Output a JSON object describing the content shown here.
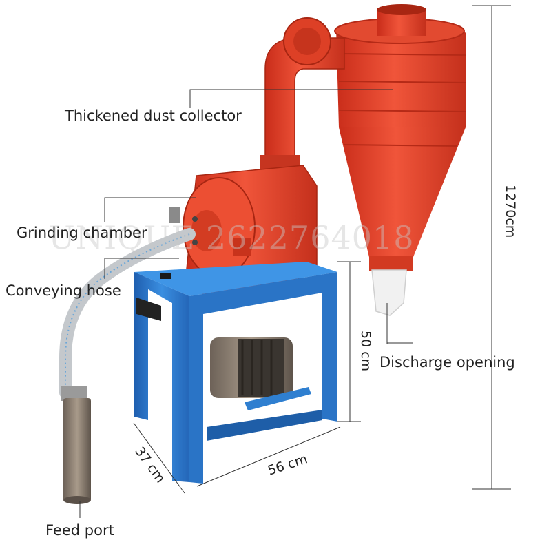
{
  "labels": {
    "dust_collector": "Thickened dust collector",
    "grinding_chamber": "Grinding chamber",
    "conveying_hose": "Conveying hose",
    "discharge_opening": "Discharge opening",
    "feed_port": "Feed port"
  },
  "dimensions": {
    "height": "1270cm",
    "stand_height": "50 cm",
    "width": "56 cm",
    "depth": "37 cm"
  },
  "watermark": "UNIQUE 2622764018",
  "colors": {
    "machine_red": "#e8442a",
    "stand_blue": "#2f7fd0",
    "motor_dark": "#3a3530",
    "hose_gray": "#b8bcc0"
  }
}
